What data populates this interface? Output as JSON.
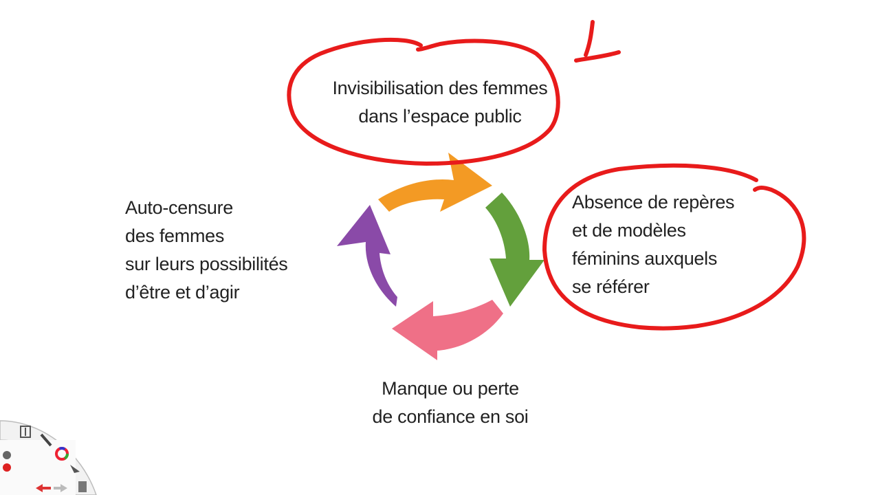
{
  "diagram": {
    "top": {
      "lines": [
        "Invisibilisation des femmes",
        "dans l’espace public"
      ]
    },
    "right": {
      "lines": [
        "Absence de repères",
        "et de modèles",
        "féminins auxquels",
        "se référer"
      ]
    },
    "bottom": {
      "lines": [
        "Manque ou perte",
        "de confiance en soi"
      ]
    },
    "left": {
      "lines": [
        "Auto-censure",
        "des femmes",
        "sur leurs possibilités",
        "d’être et d’agir"
      ]
    }
  },
  "arrow_colors": {
    "top": "#f39a24",
    "right": "#63a03c",
    "bottom": "#ef7087",
    "left": "#8a4aa8"
  },
  "annotation": {
    "ink_color": "#e81b1b",
    "number": "1"
  },
  "toolbar": {
    "icons": [
      "text-tool-icon",
      "pen-tool-icon",
      "color-wheel-icon",
      "pointer-icon",
      "undo-icon",
      "redo-icon",
      "clipboard-icon",
      "record-icon",
      "stop-icon"
    ]
  }
}
